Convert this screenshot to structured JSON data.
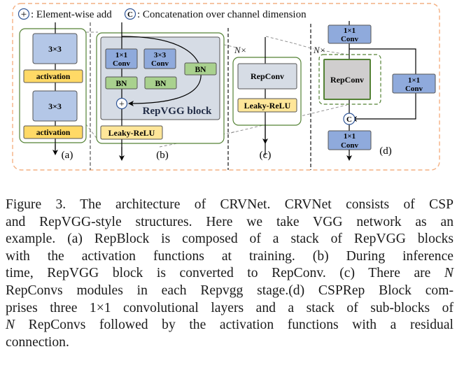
{
  "legend": {
    "add_symbol": "+",
    "add_label": ": Element-wise add",
    "concat_symbol": "C",
    "concat_label": ": Concatenation over channel dimension"
  },
  "panel_a": {
    "label": "(a)",
    "conv1": "3×3",
    "act1": "activation",
    "conv2": "3×3",
    "act2": "activation"
  },
  "panel_b": {
    "label": "(b)",
    "conv1x1_l1": "1×1",
    "conv1x1_l2": "Conv",
    "conv3x3_l1": "3×3",
    "conv3x3_l2": "Conv",
    "bn1": "BN",
    "bn2": "BN",
    "bn3": "BN",
    "add": "+",
    "block_title": "RepVGG block",
    "activation": "Leaky-ReLU"
  },
  "panel_c": {
    "label": "(c)",
    "repeat": "N×",
    "repconv": "RepConv",
    "activation": "Leaky-ReLU"
  },
  "panel_d": {
    "label": "(d)",
    "repeat": "N×",
    "top_conv_l1": "1×1",
    "top_conv_l2": "Conv",
    "repconv": "RepConv",
    "side_conv_l1": "1×1",
    "side_conv_l2": "Conv",
    "concat": "C",
    "bottom_conv_l1": "1×1",
    "bottom_conv_l2": "Conv"
  },
  "colors": {
    "frame_dash": "#f4b183",
    "green_border": "#548235",
    "conv_blue": "#8faadc",
    "conv_light_blue": "#b4c7e7",
    "bn_green": "#a9d18e",
    "activation_yellow": "#ffd966",
    "leaky_yellow": "#ffe699",
    "repvgg_gray": "#d6dce5",
    "repconv_gray": "#d0cece"
  },
  "caption": {
    "lines": [
      "Figure 3.  The architecture of CRVNet.  CRVNet consists of CSP",
      "and RepVGG-style structures.  Here we take VGG network as an",
      "example. (a) RepBlock is composed of a stack of RepVGG blocks",
      "with the activation functions at training.   (b) During inference",
      "time, RepVGG block is converted to RepConv.  (c) There are ",
      "RepConvs modules in each Repvgg stage.(d) CSPRep Block com-",
      "prises three 1×1 convolutional layers and a stack of sub-blocks of",
      " RepConvs followed by the activation functions with a residual",
      "connection."
    ],
    "italic_n": "N"
  }
}
